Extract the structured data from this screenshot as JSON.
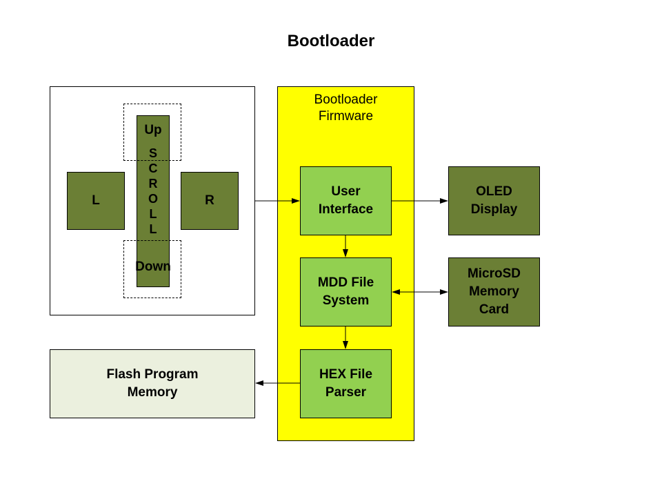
{
  "title": "Bootloader",
  "input_panel": {
    "buttons": {
      "left": "L",
      "right": "R",
      "up": "Up",
      "down": "Down",
      "scroll_letters": [
        "S",
        "C",
        "R",
        "O",
        "L",
        "L"
      ]
    }
  },
  "firmware": {
    "label": "Bootloader\nFirmware",
    "modules": {
      "user_interface": "User\nInterface",
      "mdd_file_system": "MDD File\nSystem",
      "hex_file_parser": "HEX File\nParser"
    }
  },
  "external": {
    "oled_display": "OLED\nDisplay",
    "microsd_card": "MicroSD\nMemory\nCard",
    "flash_memory": "Flash Program\nMemory"
  },
  "connections": [
    {
      "from": "input_panel",
      "to": "user_interface",
      "direction": "forward"
    },
    {
      "from": "user_interface",
      "to": "oled_display",
      "direction": "forward"
    },
    {
      "from": "user_interface",
      "to": "mdd_file_system",
      "direction": "forward"
    },
    {
      "from": "mdd_file_system",
      "to": "microsd_card",
      "direction": "bidirectional"
    },
    {
      "from": "mdd_file_system",
      "to": "hex_file_parser",
      "direction": "forward"
    },
    {
      "from": "hex_file_parser",
      "to": "flash_memory",
      "direction": "forward"
    }
  ],
  "colors": {
    "dark_green": "#6b7f35",
    "light_green": "#92d050",
    "yellow": "#ffff00",
    "pale": "#ebf0de"
  }
}
